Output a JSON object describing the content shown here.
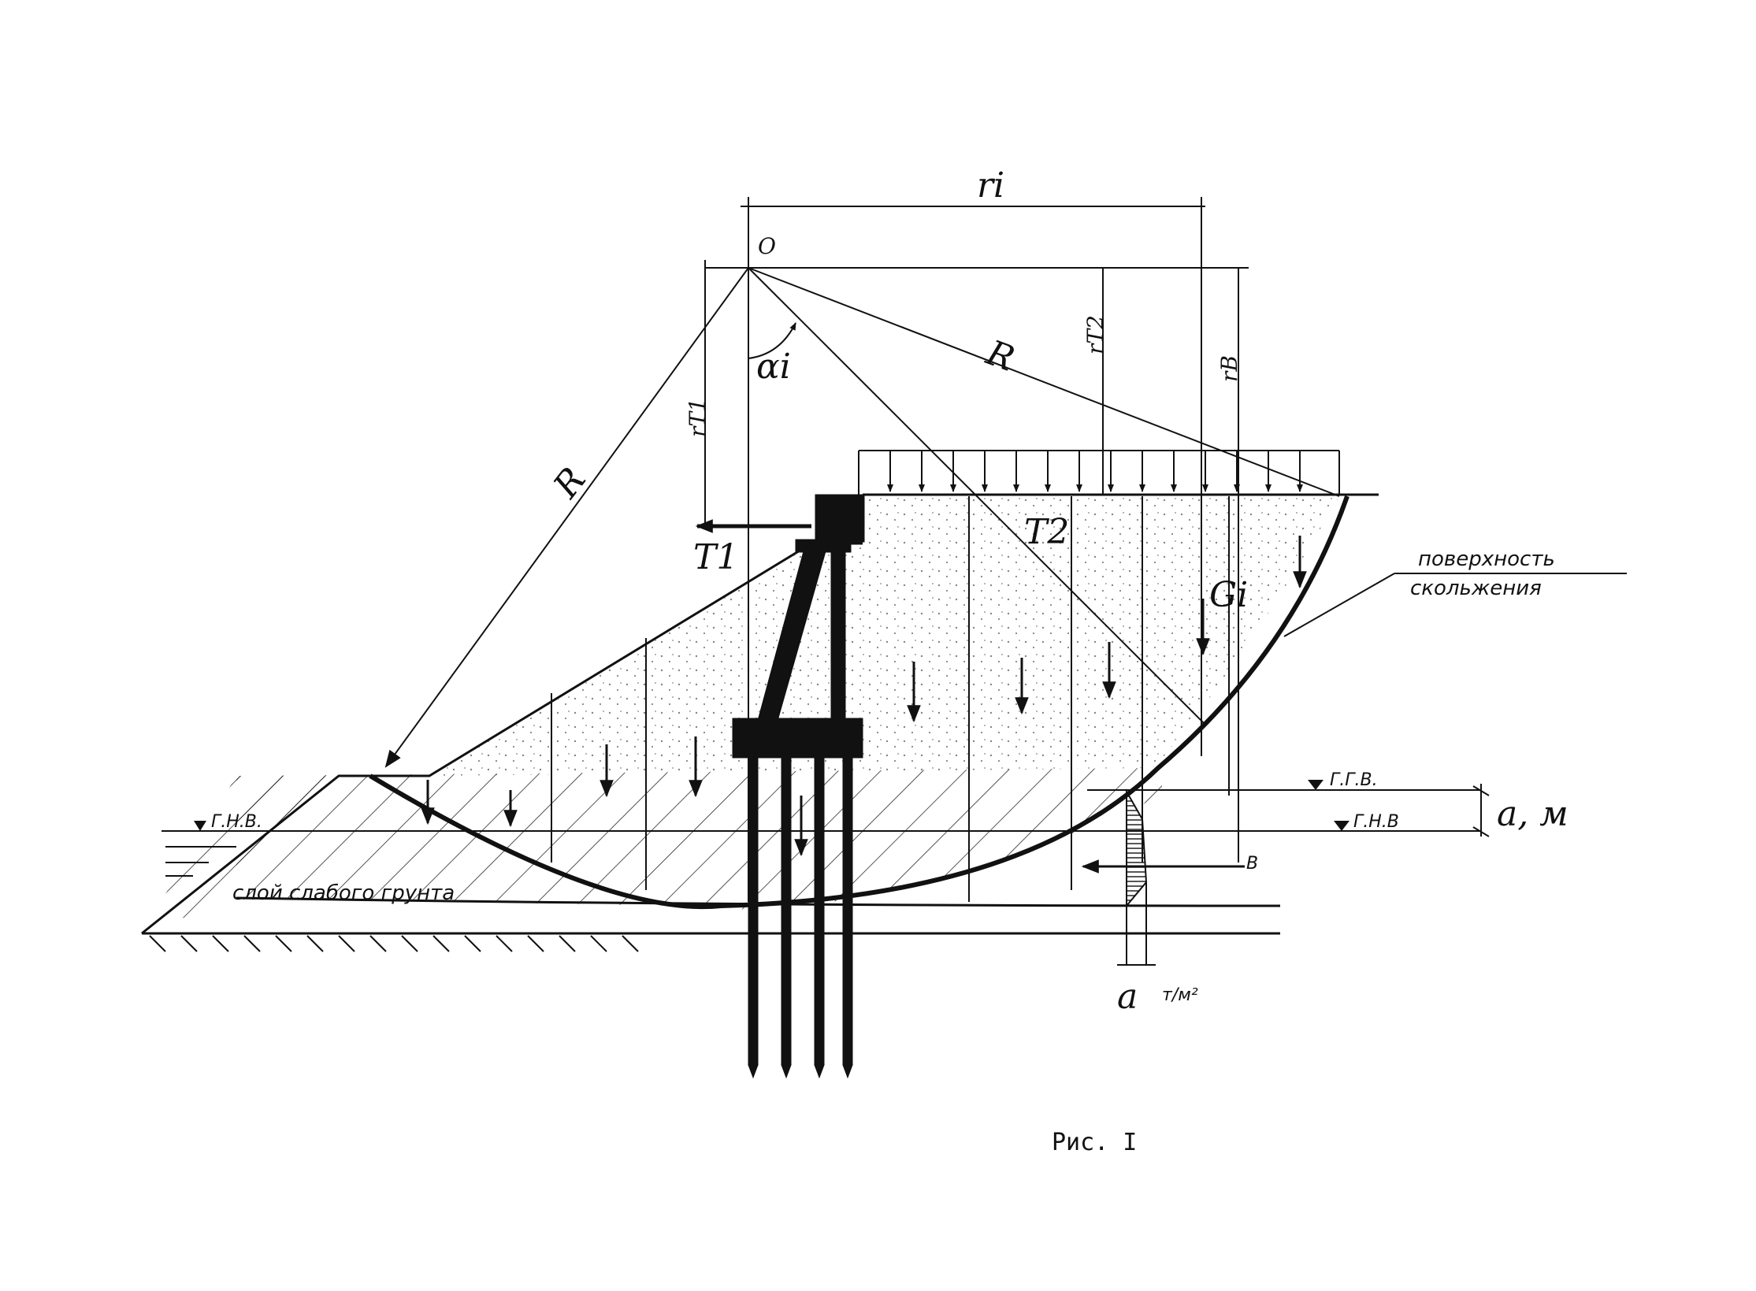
{
  "figure": {
    "caption": "Рис. I",
    "labels": {
      "center": "O",
      "radius_left": "R",
      "radius_right": "R",
      "arm_i": "ri",
      "arm_t1": "rT1",
      "arm_t2": "rT2",
      "arm_b": "rB",
      "angle": "αi",
      "force_t1": "T1",
      "force_t2": "T2",
      "weight": "Gi",
      "sliding_surface_line1": "поверхность",
      "sliding_surface_line2": "скольжения",
      "high_water_level": "Г.Г.В.",
      "low_water_level": "Г.Н.В",
      "low_water_level_left": "Г.Н.В.",
      "weak_soil_layer": "слой слабого грунта",
      "dim_a_m": "a, м",
      "point_b": "B",
      "pressure_a": "a",
      "pressure_unit": "т/м²"
    },
    "colors": {
      "ink": "#111111",
      "paper": "#ffffff"
    }
  }
}
